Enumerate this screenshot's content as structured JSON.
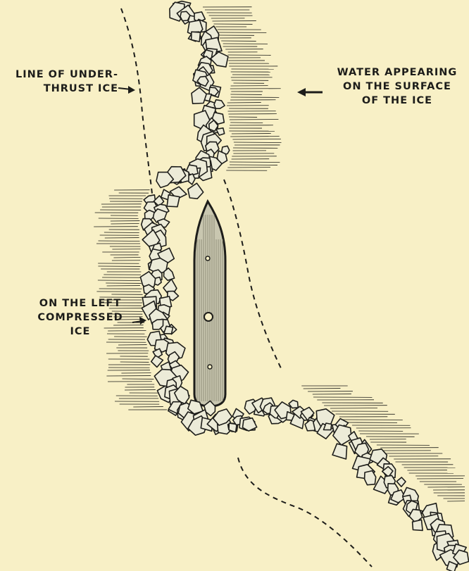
{
  "labels": {
    "underthrust": [
      "LINE OF UNDER-",
      "THRUST ICE"
    ],
    "water": [
      "WATER APPEARING",
      "ON THE SURFACE",
      "OF THE ICE"
    ],
    "compressed": [
      "ON THE LEFT",
      "COMPRESSED",
      "ICE"
    ]
  },
  "colors": {
    "background": "#f8f0c6",
    "ink": "#1d1d1a",
    "ship": "#c9c7b0",
    "ice_block": "#ecebd8"
  }
}
